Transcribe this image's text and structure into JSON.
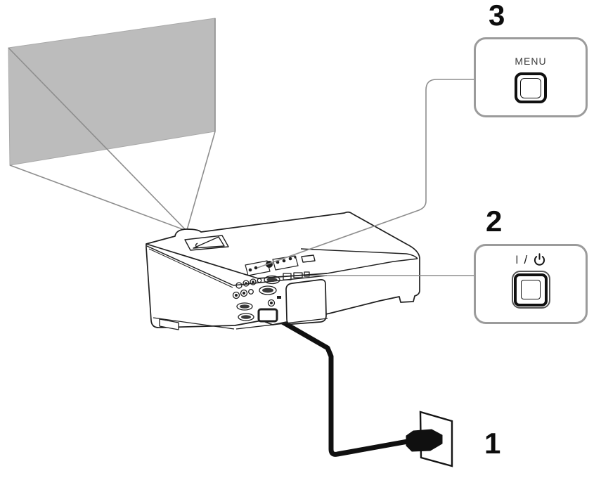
{
  "figure": {
    "kind": "projector-setup-diagram",
    "colors": {
      "screen_fill": "#bcbcbc",
      "guide_line_gray": "#8e8e8e",
      "ink": "#1f1f1f",
      "callout_border": "#9b9b9b"
    },
    "parts": {
      "screen": "projection-screen",
      "projector": "projector",
      "cord": "power-cord",
      "plug": "ac-plug",
      "outlet": "wall-outlet"
    }
  },
  "steps": {
    "plug_in": {
      "number": "1"
    },
    "power": {
      "number": "2",
      "label_on": "I",
      "label_separator": "/",
      "icon": "power-standby-icon"
    },
    "menu": {
      "number": "3",
      "button_label": "MENU"
    }
  }
}
